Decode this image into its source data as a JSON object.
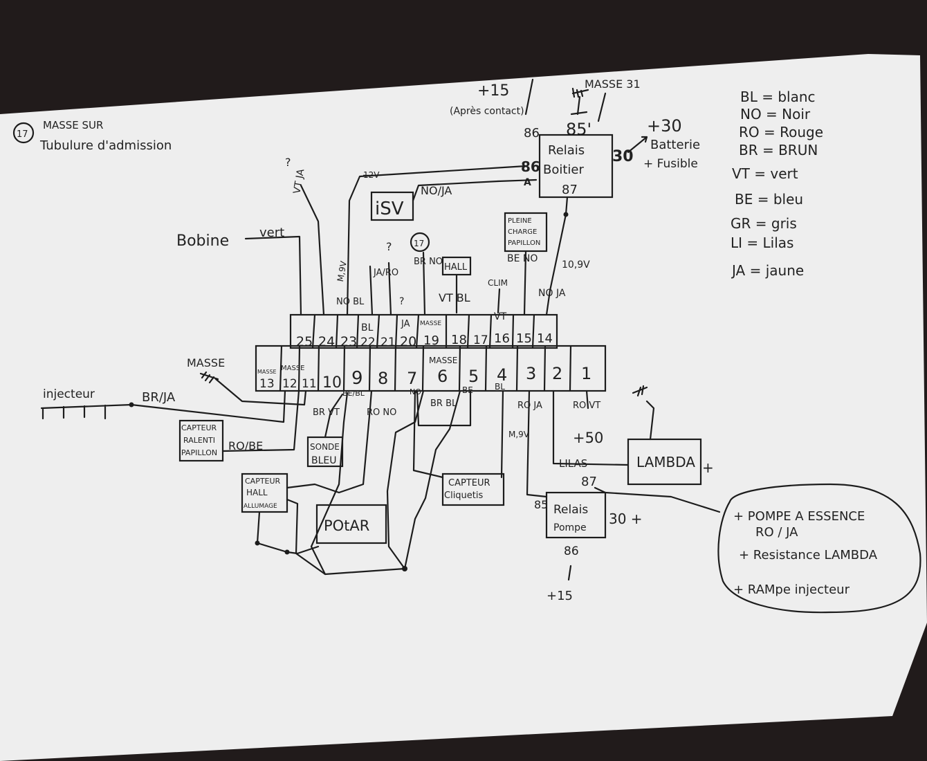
{
  "ground_note": {
    "num": "17",
    "line1": "MASSE SUR",
    "line2": "Tubulure d'admission"
  },
  "top": {
    "plus15": "+15",
    "apres_contact": "(Après contact)",
    "masse31": "MASSE 31",
    "pin86": "86",
    "pin85": "85'",
    "plus30": "+30",
    "batterie": "Batterie",
    "fusible": "+ Fusible",
    "pin30": "30",
    "a86": "86",
    "a_mark": "A",
    "volt_top": "12V"
  },
  "relais_boitier": {
    "line1": "Relais",
    "line2": "Boitier",
    "pin87": "87"
  },
  "legend": [
    {
      "text": "BL = blanc"
    },
    {
      "text": "NO = Noir"
    },
    {
      "text": "RO = Rouge"
    },
    {
      "text": "BR = BRUN"
    },
    {
      "text": "VT = vert"
    },
    {
      "text": "BE = bleu"
    },
    {
      "text": "GR = gris"
    },
    {
      "text": "LI = Lilas"
    },
    {
      "text": "JA = jaune"
    }
  ],
  "components": {
    "isv": "iSV",
    "isv_wire": "NO/JA",
    "bobine": "Bobine",
    "bobine_wire": "vert",
    "q1": "?",
    "vt_ja": "VT JA",
    "m9v": "M,9V",
    "no_bl": "NO BL",
    "q2": "?",
    "ja_ro": "JA/RO",
    "circ17": "17",
    "br_no": "BR NO",
    "hall": "HALL",
    "vt_bl": "VT BL",
    "q3": "?",
    "pleine1": "PLEINE",
    "pleine2": "CHARGE",
    "pleine3": "PAPILLON",
    "be_no": "BE NO",
    "clim": "CLIM",
    "v10": "10,9V",
    "no_ja": "NO JA"
  },
  "connector": {
    "top_pins": [
      "25",
      "24",
      "23",
      "22",
      "21",
      "20",
      "19",
      "18",
      "17",
      "16",
      "15",
      "14"
    ],
    "bottom_pins": [
      "13",
      "12",
      "11",
      "10",
      "9",
      "8",
      "7",
      "6",
      "5",
      "4",
      "3",
      "2",
      "1"
    ],
    "label_bl": "BL",
    "label_ja": "JA",
    "label_masse19": "MASSE",
    "label_vt": "VT",
    "label_masse13": "MASSE",
    "label_masse12": "MASSE",
    "label_masse6": "MASSE",
    "label_bebl": "BE/BL",
    "label_no7": "NO",
    "label_be5": "BE",
    "label_bl4": "BL"
  },
  "left": {
    "masse": "MASSE",
    "injecteur": "injecteur",
    "br_ja": "BR/JA",
    "capteur_ral1": "CAPTEUR",
    "capteur_ral2": "RALENTI",
    "capteur_ral3": "PAPILLON",
    "ro_be": "RO/BE",
    "sonde1": "SONDE",
    "sonde2": "BLEU",
    "hall_all1": "CAPTEUR",
    "hall_all2": "HALL",
    "hall_all3": "ALLUMAGE",
    "potar": "POtAR"
  },
  "bottom_wires": {
    "br_vt": "BR VT",
    "ro_no": "RO NO",
    "br_bl": "BR BL",
    "ro_ja": "RO JA",
    "m9v2": "M,9V",
    "ro_vt": "RO VT",
    "plus50": "+50",
    "lilas": "LILAS",
    "capteur_cliq1": "CAPTEUR",
    "capteur_cliq2": "Cliquetis"
  },
  "lambda": {
    "label": "LAMBDA",
    "plus": "+"
  },
  "relais_pompe": {
    "line1": "Relais",
    "line2": "Pompe",
    "pin85": "85",
    "pin87": "87",
    "pin30": "30 +",
    "pin86": "86",
    "plus15": "+15"
  },
  "note": {
    "line1": "+ POMPE A ESSENCE",
    "line2": "RO / JA",
    "line3": "+ Resistance LAMBDA",
    "line4": "+ RAMpe injecteur"
  }
}
